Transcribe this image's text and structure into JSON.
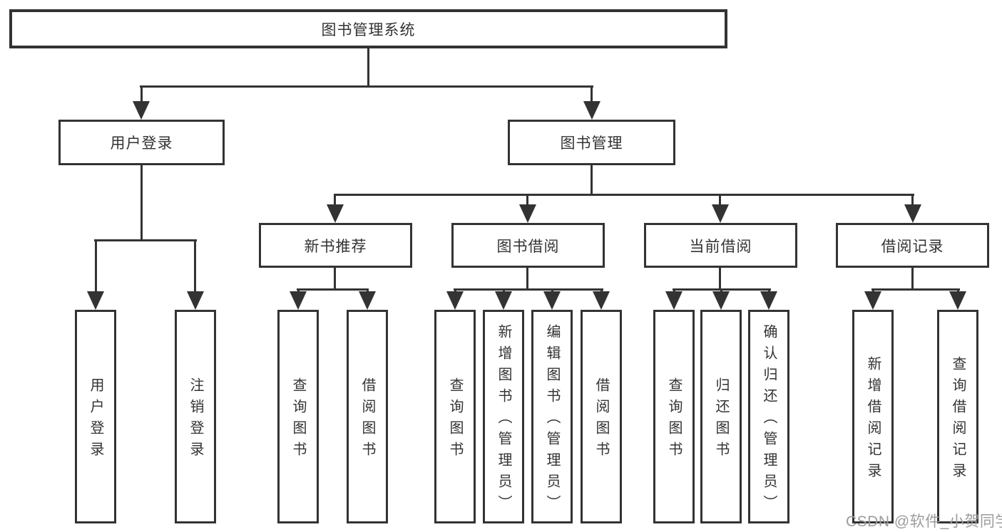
{
  "tree": {
    "label": "图书管理系统",
    "children": [
      {
        "label": "用户登录",
        "children": [
          {
            "label": "用户登录"
          },
          {
            "label": "注销登录"
          }
        ]
      },
      {
        "label": "图书管理",
        "children": [
          {
            "label": "新书推荐",
            "children": [
              {
                "label": "查询图书"
              },
              {
                "label": "借阅图书"
              }
            ]
          },
          {
            "label": "图书借阅",
            "children": [
              {
                "label": "查询图书"
              },
              {
                "label": "新增图书（管理员）"
              },
              {
                "label": "编辑图书（管理员）"
              },
              {
                "label": "借阅图书"
              }
            ]
          },
          {
            "label": "当前借阅",
            "children": [
              {
                "label": "查询图书"
              },
              {
                "label": "归还图书"
              },
              {
                "label": "确认归还（管理员）"
              }
            ]
          },
          {
            "label": "借阅记录",
            "children": [
              {
                "label": "新增借阅记录"
              },
              {
                "label": "查询借阅记录"
              }
            ]
          }
        ]
      }
    ]
  },
  "watermark": {
    "text": "CSDN @软件_小贺同学"
  },
  "colors": {
    "line": "#333333",
    "text": "#333333",
    "watermark": "#9c9c9c",
    "background": "#ffffff"
  }
}
